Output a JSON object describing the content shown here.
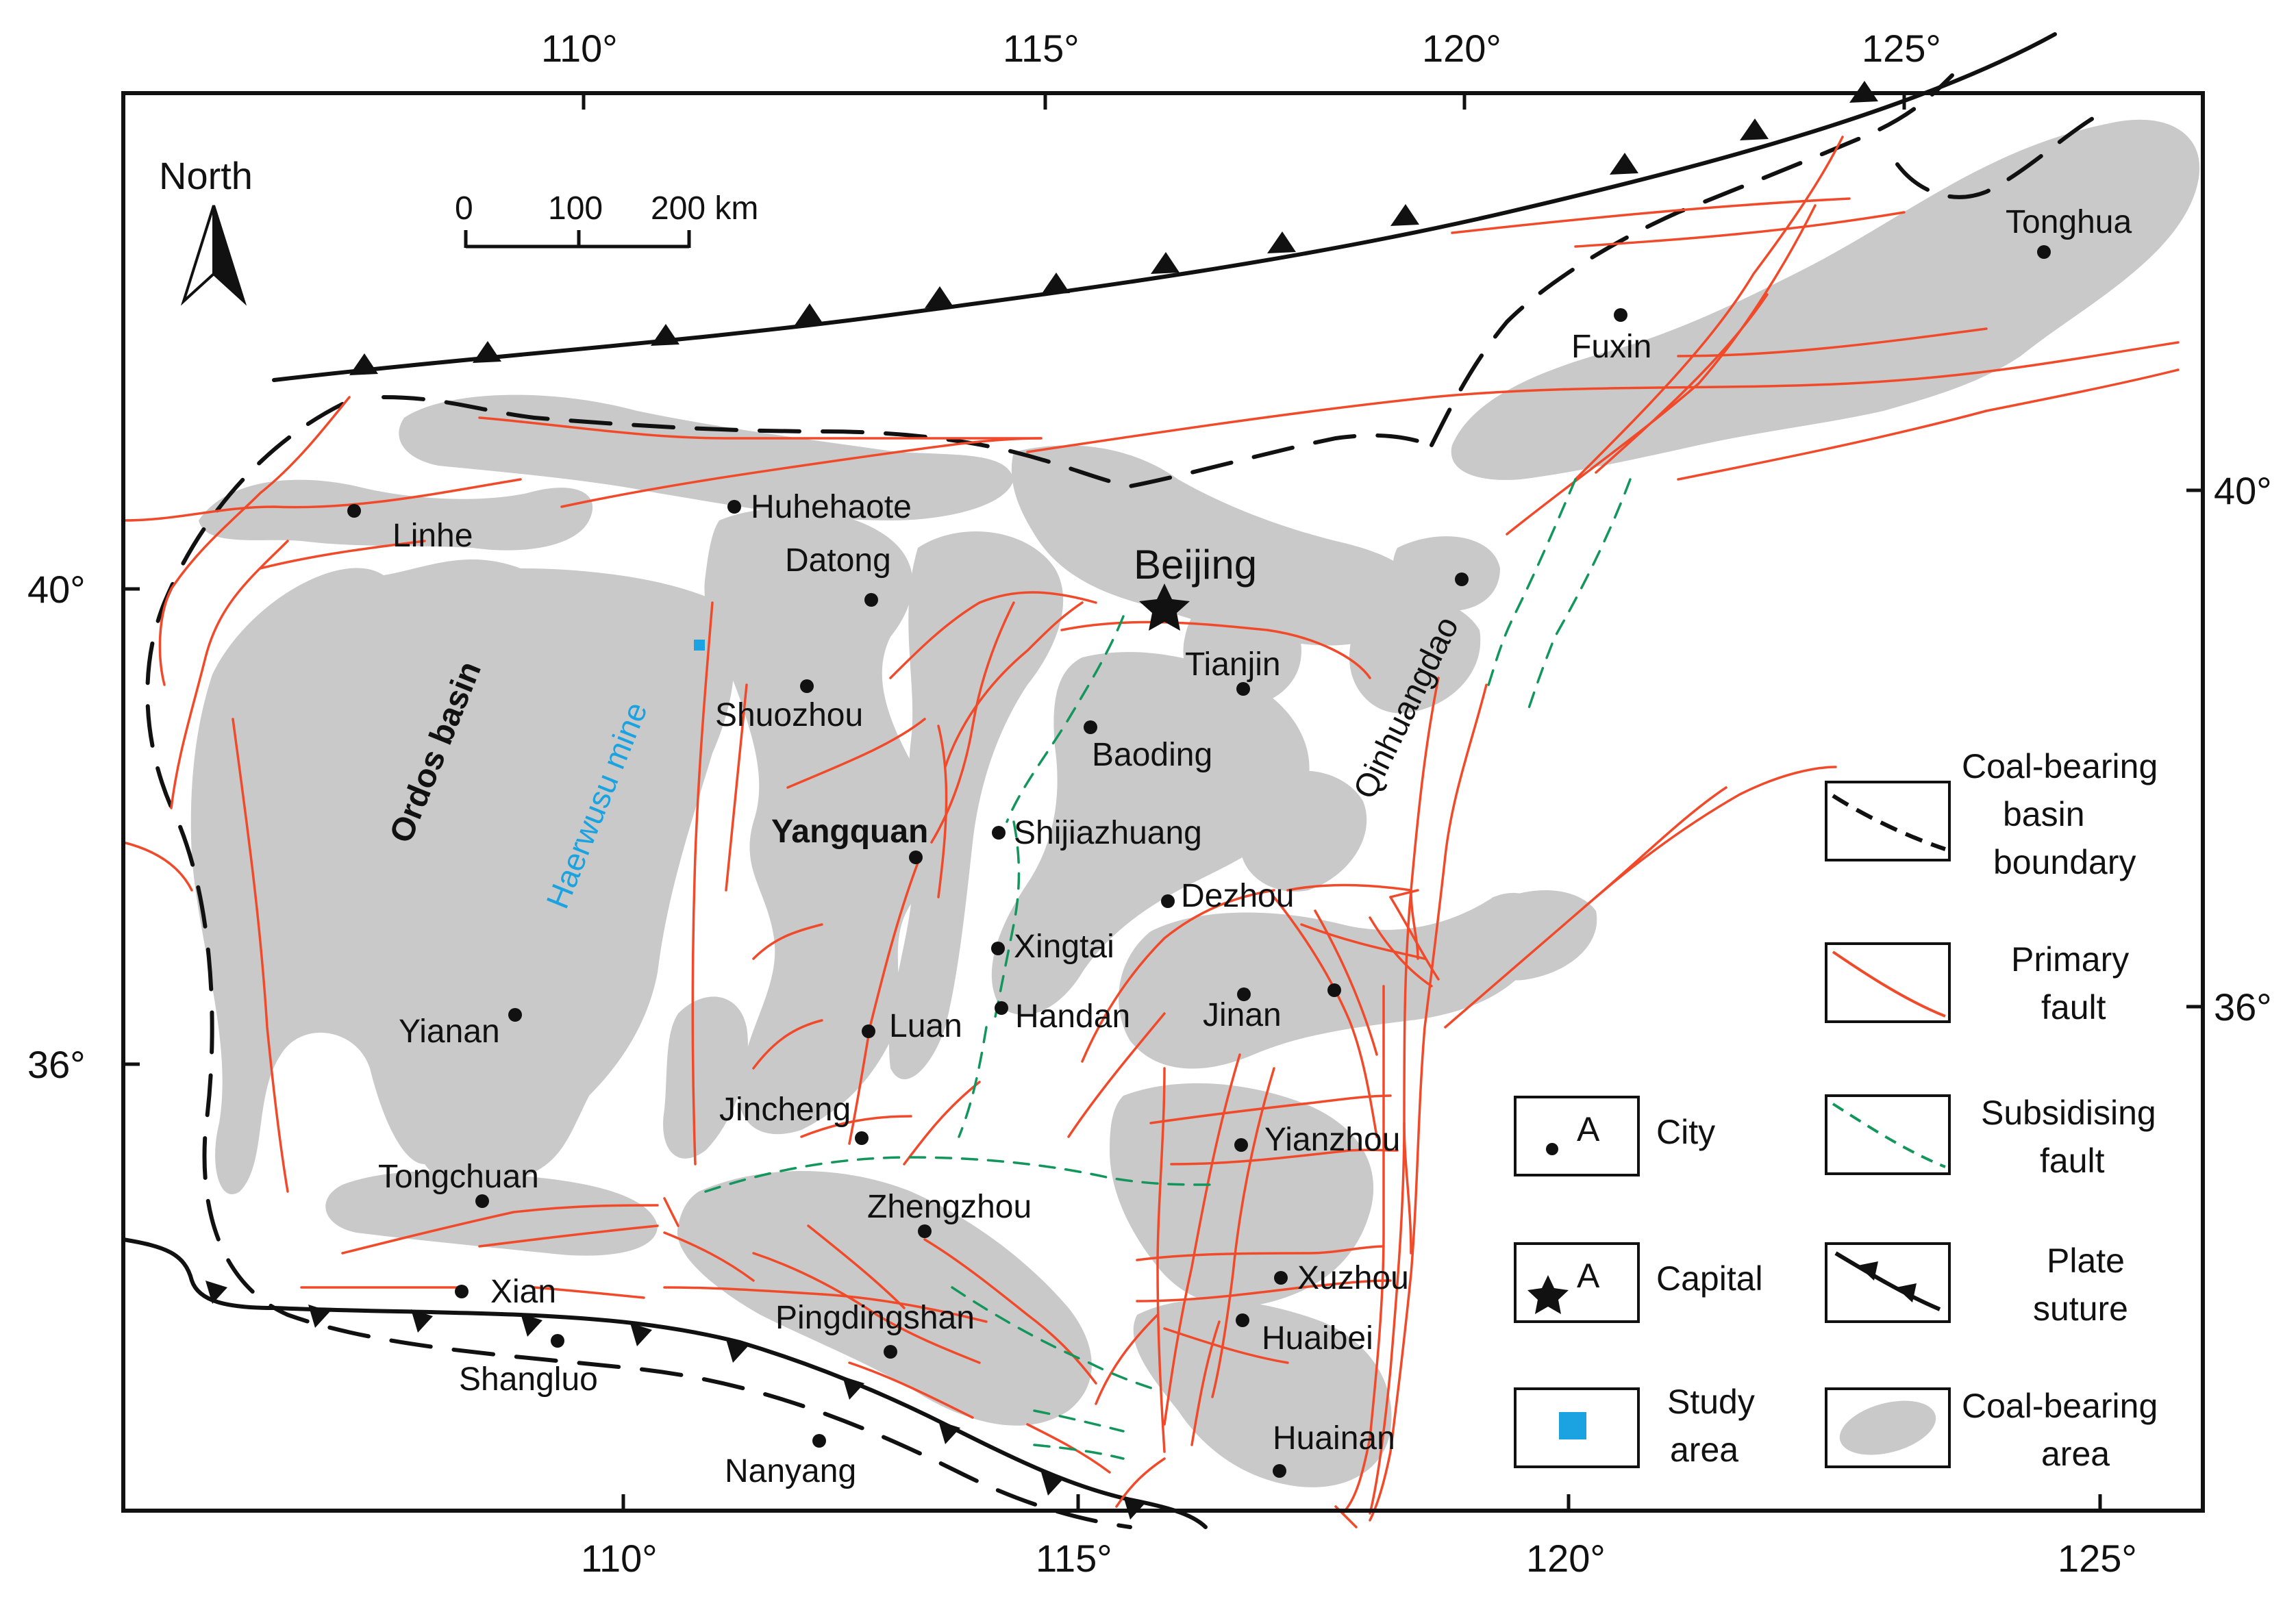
{
  "north_arrow": {
    "label": "North"
  },
  "scale_bar": {
    "labels": [
      "0",
      "100",
      "200 km"
    ]
  },
  "top_axis": [
    "110°",
    "115°",
    "120°",
    "125°"
  ],
  "bottom_axis": [
    "110°",
    "115°",
    "120°",
    "125°"
  ],
  "left_axis": [
    "40°",
    "36°"
  ],
  "right_axis": [
    "40°",
    "36°"
  ],
  "regions": {
    "ordos": "Ordos basin",
    "study_site": "Haerwusu mine"
  },
  "capital": {
    "name": "Beijing"
  },
  "cities": [
    "Linhe",
    "Huhehaote",
    "Datong",
    "Shuozhou",
    "Yangquan",
    "Shijiazhuang",
    "Tianjin",
    "Baoding",
    "Qinhuangdao",
    "Fuxin",
    "Tonghua",
    "Dezhou",
    "Xingtai",
    "Handan",
    "Luan",
    "Jinan",
    "Yianan",
    "Jincheng",
    "Yianzhou",
    "Tongchuan",
    "Zhengzhou",
    "Xuzhou",
    "Xian",
    "Pingdingshan",
    "Huaibei",
    "Shangluo",
    "Huainan",
    "Nanyang"
  ],
  "legend": {
    "city": "City",
    "city_marker": "A",
    "capital": "Capital",
    "capital_marker": "A",
    "study_area": [
      "Study",
      "area"
    ],
    "basin_boundary": [
      "Coal-bearing",
      "basin",
      "boundary"
    ],
    "primary_fault": [
      "Primary",
      "fault"
    ],
    "subsiding_fault": [
      "Subsidising",
      "fault"
    ],
    "plate_suture": [
      "Plate",
      "suture"
    ],
    "coal_area": [
      "Coal-bearing",
      "area"
    ]
  },
  "colors": {
    "coal_area": "#c9c9c9",
    "primary_fault": "#f04a2a",
    "subsiding_fault": "#13965c",
    "study_area": "#1aa3e0",
    "line": "#111111"
  }
}
